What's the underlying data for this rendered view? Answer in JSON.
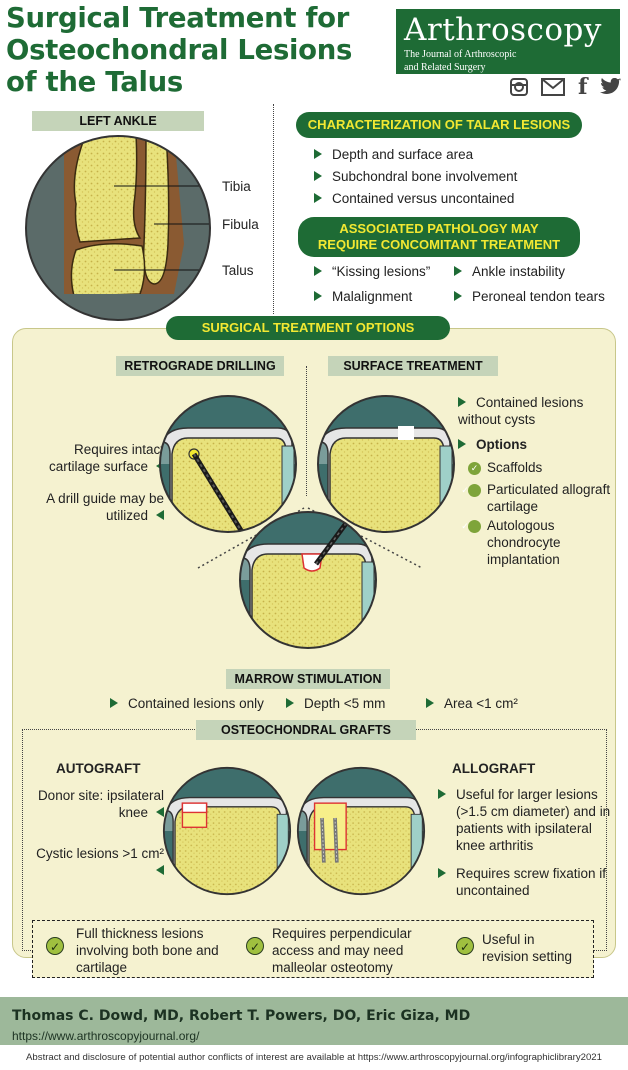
{
  "title": "Surgical Treatment for Osteochondral Lesions of the Talus",
  "journal": {
    "name": "Arthroscopy",
    "subtitle_line1": "The Journal of Arthroscopic",
    "subtitle_line2": "and Related Surgery"
  },
  "social_icons": [
    "instagram-icon",
    "mail-icon",
    "facebook-icon",
    "twitter-icon"
  ],
  "facebook_glyph": "f",
  "ankle": {
    "heading": "LEFT ANKLE",
    "labels": [
      "Tibia",
      "Fibula",
      "Talus"
    ]
  },
  "characterization": {
    "heading": "CHARACTERIZATION OF TALAR LESIONS",
    "items": [
      "Depth and surface area",
      "Subchondral bone involvement",
      "Contained versus uncontained"
    ]
  },
  "associated": {
    "heading_line1": "ASSOCIATED PATHOLOGY MAY",
    "heading_line2": "REQUIRE CONCOMITANT TREATMENT",
    "items": [
      "“Kissing lesions”",
      "Ankle instability",
      "Malalignment",
      "Peroneal tendon tears"
    ]
  },
  "surgical": {
    "heading": "SURGICAL TREATMENT OPTIONS",
    "retrograde": {
      "heading": "RETROGRADE DRILLING",
      "items": [
        "Requires intact cartilage surface",
        "A drill guide may be utilized"
      ]
    },
    "surface": {
      "heading": "SURFACE TREATMENT",
      "lead": "Contained lesions without cysts",
      "options_label": "Options",
      "options": [
        "Scaffolds",
        "Particulated allograft cartilage",
        "Autologous chondrocyte implantation"
      ]
    },
    "marrow": {
      "heading": "MARROW STIMULATION",
      "items": [
        "Contained lesions only",
        "Depth <5 mm",
        "Area <1 cm²"
      ]
    },
    "grafts": {
      "heading": "OSTEOCHONDRAL GRAFTS",
      "autograft": {
        "heading": "AUTOGRAFT",
        "items": [
          "Donor site: ipsilateral knee",
          "Cystic lesions >1 cm²"
        ]
      },
      "allograft": {
        "heading": "ALLOGRAFT",
        "items": [
          "Useful for larger lesions (>1.5 cm diameter) and in patients with ipsilateral knee arthritis",
          "Requires screw fixation if uncontained"
        ]
      },
      "checks": [
        "Full thickness lesions involving both bone and cartilage",
        "Requires perpendicular access and may need malleolar osteotomy",
        "Useful in revision setting"
      ]
    }
  },
  "footer": {
    "authors": "Thomas C. Dowd, MD, Robert T. Powers, DO, Eric Giza, MD",
    "url": "https://www.arthroscopyjournal.org/",
    "disclaimer": "Abstract and disclosure of potential author conflicts of interest are available at https://www.arthroscopyjournal.org/infographiclibrary2021"
  },
  "colors": {
    "brand_green": "#1e6b35",
    "heading_yellow": "#f2e832",
    "panel_cream": "#f5f2d0",
    "bone_yellow": "#e6e07a",
    "label_gray": "#c5d4b9",
    "footer_green": "#9db89a"
  }
}
